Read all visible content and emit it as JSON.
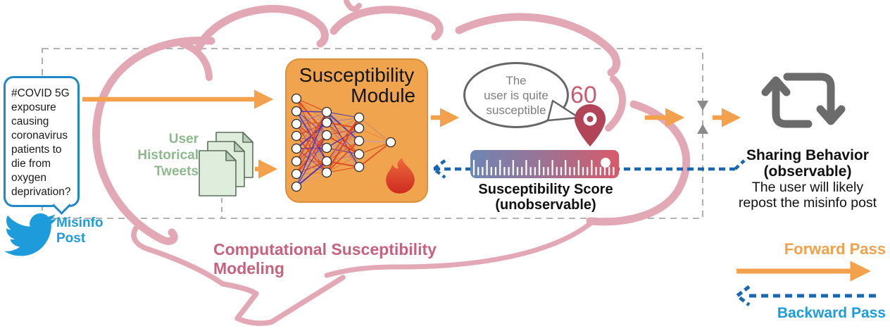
{
  "misinfo": {
    "lines": [
      "#COVID 5G",
      "exposure",
      "causing",
      "coronavirus",
      "patients to",
      "die from",
      "oxygen",
      "deprivation?"
    ],
    "label_lines": [
      "Misinfo",
      "Post"
    ]
  },
  "history": {
    "label_lines": [
      "User",
      "Historical",
      "Tweets"
    ]
  },
  "module": {
    "title_lines": [
      "Susceptibility",
      "Module"
    ]
  },
  "thought": {
    "lines": [
      "The",
      "user is quite",
      "susceptible"
    ],
    "score": "60"
  },
  "score": {
    "label_lines": [
      "Susceptibility Score",
      "(unobservable)"
    ]
  },
  "sharing": {
    "title": "Sharing Behavior",
    "subtitle": "(observable)",
    "desc_lines": [
      "The user will likely",
      "repost the misinfo post"
    ]
  },
  "caption": {
    "lines": [
      "Computational Susceptibility",
      "Modeling"
    ]
  },
  "legend": {
    "forward": "Forward Pass",
    "backward": "Backward Pass"
  },
  "colors": {
    "forward_orange": "#F3A14D",
    "backward_blue": "#1966B3",
    "twitter_blue": "#1E9BDB",
    "bubble_border_blue": "#1E88C9",
    "brain_pink": "#E3A8B5",
    "caption_pink": "#C8617D",
    "history_green": "#8CBA8C",
    "pin_red": "#B24458",
    "score_value_pink": "#C75D72",
    "ruler_left": "#6D86B4",
    "ruler_mid": "#9B7394",
    "ruler_right": "#D85A69",
    "module_orange": "#F0A44E",
    "doc_green": "#DEEDDC",
    "gray_icon": "#6B6B6B"
  }
}
